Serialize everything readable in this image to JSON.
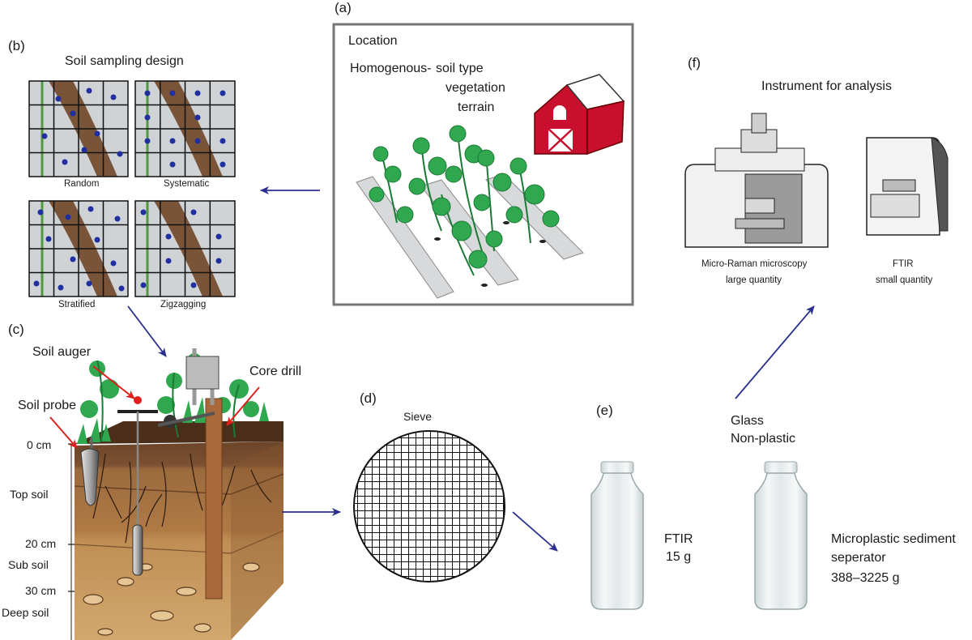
{
  "panels": {
    "a": {
      "label": "(a)",
      "title": "Location",
      "homogenous": "Homogenous-",
      "items": [
        "soil type",
        "vegetation",
        "terrain"
      ]
    },
    "b": {
      "label": "(b)",
      "title": "Soil sampling design",
      "designs": [
        "Random",
        "Systematic",
        "Stratified",
        "Zigzagging"
      ]
    },
    "c": {
      "label": "(c)",
      "tools": {
        "auger": "Soil auger",
        "probe": "Soil probe",
        "core": "Core drill"
      },
      "depths": [
        "0 cm",
        "20 cm",
        "30 cm"
      ],
      "layers": [
        "Top soil",
        "Sub soil",
        "Deep soil"
      ]
    },
    "d": {
      "label": "(d)",
      "title": "Sieve"
    },
    "e": {
      "label": "(e)",
      "container": [
        "Glass",
        "Non-plastic"
      ],
      "bottle1": [
        "FTIR",
        "15 g"
      ],
      "bottle2": [
        "Microplastic sediment",
        "seperator",
        "388–3225 g"
      ]
    },
    "f": {
      "label": "(f)",
      "title": "Instrument for analysis",
      "instrument1": [
        "Micro-Raman microscopy",
        "large quantity"
      ],
      "instrument2": [
        "FTIR",
        "small quantity"
      ]
    }
  },
  "colors": {
    "arrow": "#2b2f8f",
    "pointer": "#e0201b",
    "leaf": "#2fa84f",
    "barn": "#c8102e",
    "soil_top": "#5a3a22",
    "soil_mid": "#a57443",
    "soil_deep": "#c99a5c"
  }
}
